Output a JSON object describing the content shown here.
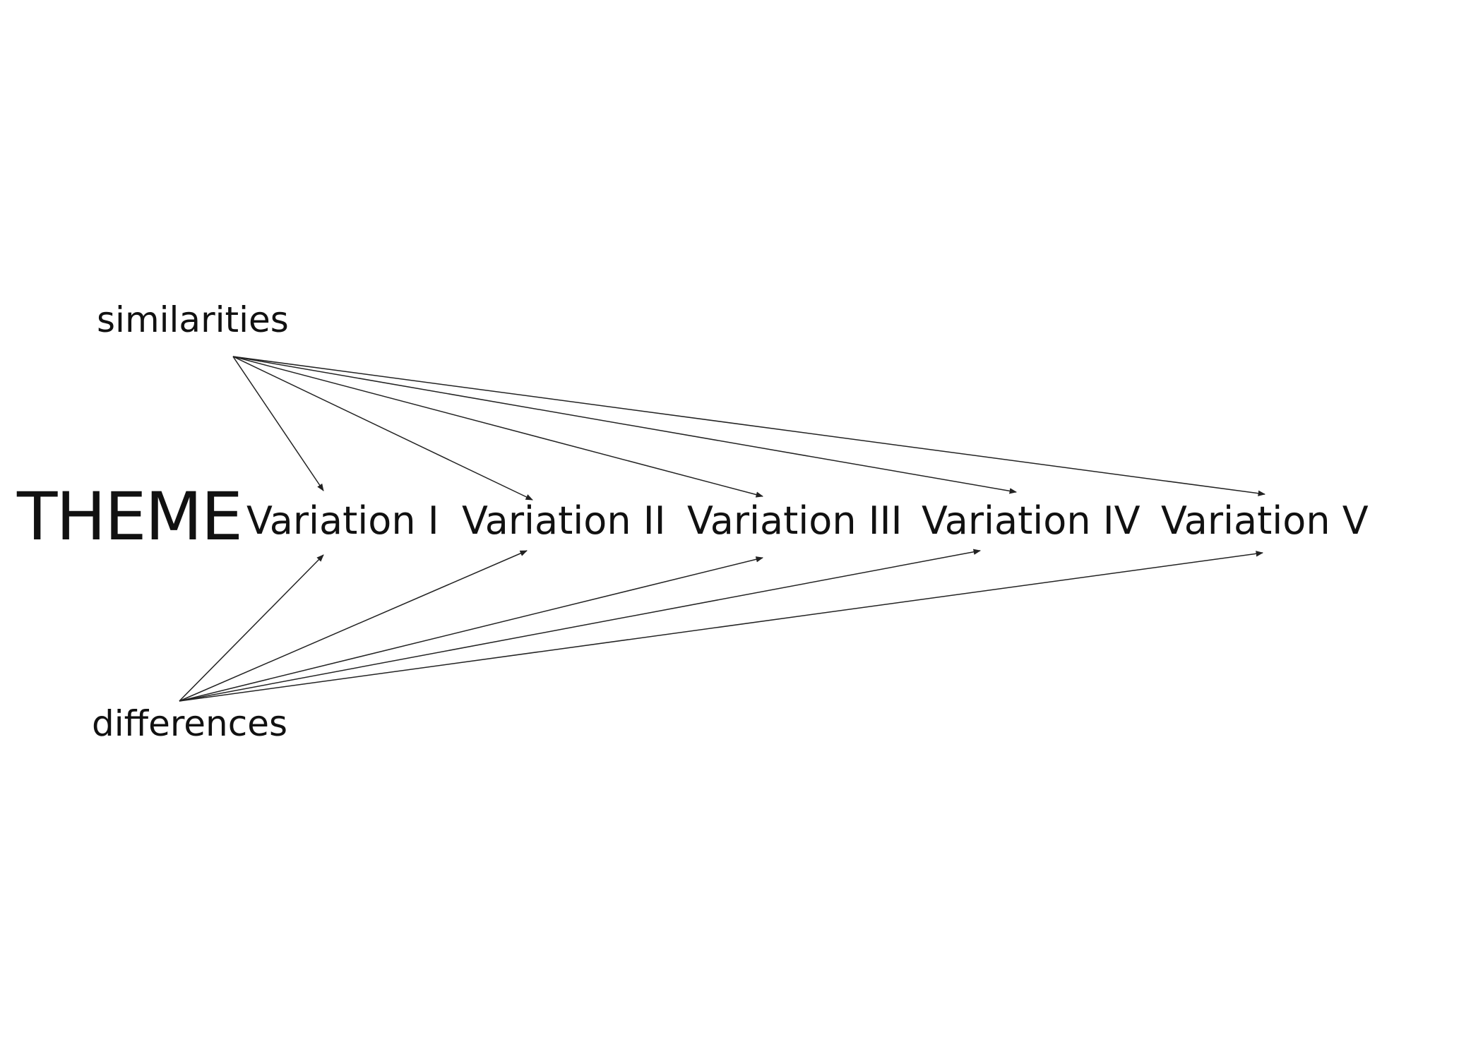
{
  "title": "THEME",
  "variations": [
    {
      "label": "Variation I"
    },
    {
      "label": "Variation II"
    },
    {
      "label": "Variation III"
    },
    {
      "label": "Variation IV"
    },
    {
      "label": "Variation V"
    }
  ],
  "similarities": {
    "label": "similarities",
    "color": "#1a1adb"
  },
  "differences": {
    "label": "differences",
    "color": "#e0144c"
  },
  "arrow_color": "#222222",
  "text_color": "#111111",
  "arrows": {
    "from_similarities_to": [
      "Variation I",
      "Variation II",
      "Variation III",
      "Variation IV",
      "Variation V"
    ],
    "from_differences_to": [
      "Variation I",
      "Variation II",
      "Variation III",
      "Variation IV",
      "Variation V"
    ]
  }
}
